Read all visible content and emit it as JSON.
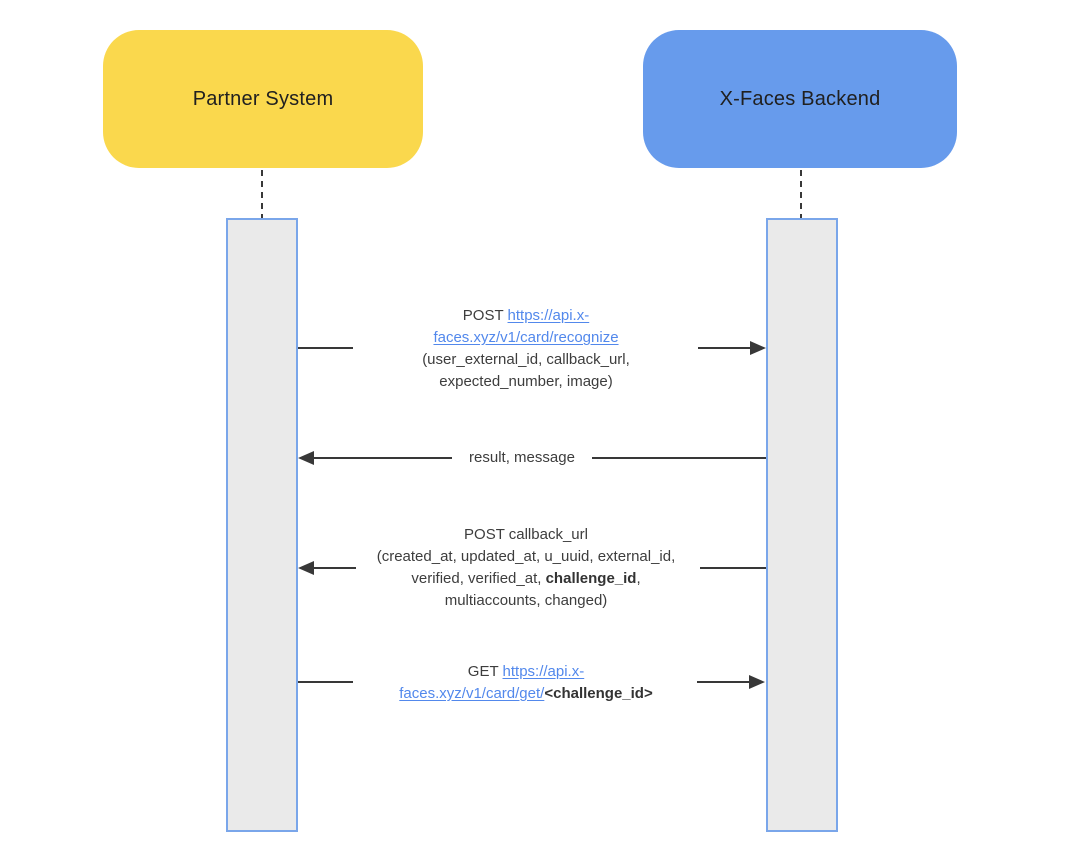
{
  "actors": [
    {
      "label": "Partner System",
      "fill": "#FAD84D"
    },
    {
      "label": "X-Faces Backend",
      "fill": "#679BEC"
    }
  ],
  "messages": [
    {
      "from": "Partner System",
      "to": "X-Faces Backend",
      "arrow": "right",
      "lines": [
        {
          "parts": [
            {
              "t": "POST ",
              "s": "plain"
            },
            {
              "t": "https://api.x-",
              "s": "link"
            }
          ]
        },
        {
          "parts": [
            {
              "t": "faces.xyz/v1/card/recognize",
              "s": "link"
            }
          ]
        },
        {
          "parts": [
            {
              "t": "(user_external_id, callback_url,",
              "s": "plain"
            }
          ]
        },
        {
          "parts": [
            {
              "t": "expected_number, image)",
              "s": "plain"
            }
          ]
        }
      ]
    },
    {
      "from": "X-Faces Backend",
      "to": "Partner System",
      "arrow": "left",
      "lines": [
        {
          "parts": [
            {
              "t": "result, message",
              "s": "plain"
            }
          ]
        }
      ]
    },
    {
      "from": "X-Faces Backend",
      "to": "Partner System",
      "arrow": "left",
      "lines": [
        {
          "parts": [
            {
              "t": "POST callback_url",
              "s": "plain"
            }
          ]
        },
        {
          "parts": [
            {
              "t": "(created_at, updated_at, u_uuid, external_id,",
              "s": "plain"
            }
          ]
        },
        {
          "parts": [
            {
              "t": "verified, verified_at, ",
              "s": "plain"
            },
            {
              "t": "challenge_id",
              "s": "bold"
            },
            {
              "t": ",",
              "s": "plain"
            }
          ]
        },
        {
          "parts": [
            {
              "t": "multiaccounts, changed)",
              "s": "plain"
            }
          ]
        }
      ]
    },
    {
      "from": "Partner System",
      "to": "X-Faces Backend",
      "arrow": "right",
      "lines": [
        {
          "parts": [
            {
              "t": "GET ",
              "s": "plain"
            },
            {
              "t": "https://api.x-",
              "s": "link"
            }
          ]
        },
        {
          "parts": [
            {
              "t": "faces.xyz/v1/card/get/",
              "s": "link"
            },
            {
              "t": "<challenge_id>",
              "s": "bold"
            }
          ]
        }
      ]
    }
  ],
  "colors": {
    "background": "#FFFFFF",
    "actor_partner_fill": "#FAD84D",
    "actor_backend_fill": "#679BEC",
    "activation_fill": "#EAEAEA",
    "activation_border": "#7AA6EA",
    "line": "#383838",
    "text": "#3D3D3D",
    "link": "#5288EC"
  }
}
